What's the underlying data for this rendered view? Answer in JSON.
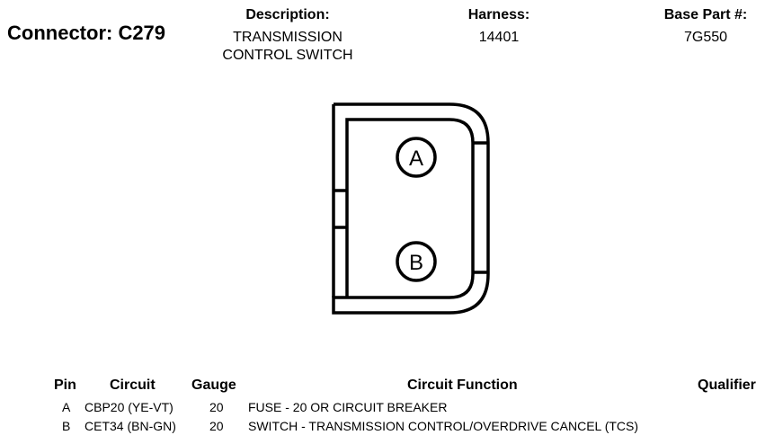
{
  "connector": {
    "title": "Connector: C279"
  },
  "header": {
    "description_label": "Description:",
    "description_line1": "TRANSMISSION",
    "description_line2": "CONTROL SWITCH",
    "harness_label": "Harness:",
    "harness_value": "14401",
    "base_part_label": "Base Part #:",
    "base_part_value": "7G550"
  },
  "diagram": {
    "pins": [
      {
        "label": "A"
      },
      {
        "label": "B"
      }
    ]
  },
  "table": {
    "headers": {
      "pin": "Pin",
      "circuit": "Circuit",
      "gauge": "Gauge",
      "function": "Circuit Function",
      "qualifier": "Qualifier"
    },
    "rows": [
      {
        "pin": "A",
        "circuit": "CBP20 (YE-VT)",
        "gauge": "20",
        "function": "FUSE - 20 OR CIRCUIT BREAKER",
        "qualifier": ""
      },
      {
        "pin": "B",
        "circuit": "CET34 (BN-GN)",
        "gauge": "20",
        "function": "SWITCH - TRANSMISSION CONTROL/OVERDRIVE CANCEL (TCS)",
        "qualifier": ""
      }
    ]
  }
}
